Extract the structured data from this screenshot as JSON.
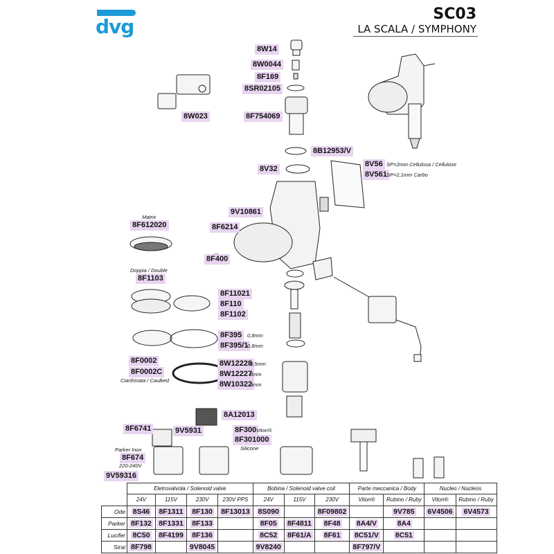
{
  "header": {
    "logo": "dvg",
    "model": "SC03",
    "subtitle": "LA SCALA / SYMPHONY"
  },
  "parts": {
    "p8W14": "8W14",
    "p8W0044": "8W0044",
    "p8F169": "8F169",
    "p8SR02105": "8SR02105",
    "p8F754069": "8F754069",
    "p8W023": "8W023",
    "p8B12953V": "8B12953/V",
    "p8V32": "8V32",
    "p8V56": "8V56",
    "p8V561": "8V561",
    "p9V10861": "9V10861",
    "p8F6214": "8F6214",
    "p8F612020": "8F612020",
    "p8F400": "8F400",
    "p8F1103": "8F1103",
    "p8F11021": "8F11021",
    "p8F110": "8F110",
    "p8F1102": "8F1102",
    "p8F395": "8F395",
    "p8F3951": "8F395/1",
    "p8F0002": "8F0002",
    "p8F0002C": "8F0002C",
    "p8W12228": "8W12228",
    "p8W12227": "8W12227",
    "p8W10322": "8W10322",
    "p8A12013": "8A12013",
    "p8F6741": "8F6741",
    "p9V5931": "9V5931",
    "p8F300": "8F300",
    "p8F301000": "8F301000",
    "p8F674": "8F674",
    "p9V59316": "9V59316"
  },
  "notes": {
    "v56": "SP=2mm Cellulosa / Cellulose",
    "v561": "SP=2,1mm Carbo",
    "matrix": "Matrix",
    "doppia": "Doppia / Double",
    "mm08a": "0,8mm",
    "mm08b": "0,8mm",
    "mm85": "8,5mm",
    "mm8": "8mm",
    "mm9": "9mm",
    "cianfrinata": "Cianfrinata / Caulked",
    "viton": "Viton®",
    "silicone": "Silicone",
    "parker": "Parker Inox",
    "volt": "220-240V"
  },
  "table": {
    "groups": {
      "solenoid": "Eletrovalvola / Solenoid valve",
      "coil": "Bobina / Solenoid valve coil",
      "body": "Parte meccanica / Body",
      "nucleus": "Nucleo / Nucleos"
    },
    "sub": {
      "s1": "24V",
      "s2": "115V",
      "s3": "230V",
      "s4": "230V PPS",
      "c1": "24V",
      "c2": "115V",
      "c3": "230V",
      "b1": "Viton®",
      "b2": "Rubino / Ruby",
      "n1": "Viton®",
      "n2": "Rubino / Ruby"
    },
    "rows": {
      "ode": {
        "name": "Ode",
        "s1": "8S46",
        "s2": "8F1311",
        "s3": "8F130",
        "s4": "8F13013",
        "c1": "8S090",
        "c2": "",
        "c3": "8F09802",
        "b1": "",
        "b2": "9V785",
        "n1": "6V4506",
        "n2": "6V4573"
      },
      "parker": {
        "name": "Parker",
        "s1": "8F132",
        "s2": "8F1331",
        "s3": "8F133",
        "s4": "",
        "c1": "8F05",
        "c2": "8F4811",
        "c3": "8F48",
        "b1": "8A4/V",
        "b2": "8A4",
        "n1": "",
        "n2": ""
      },
      "lucifer": {
        "name": "Lucifer",
        "s1": "8C50",
        "s2": "8F4199",
        "s3": "8F136",
        "s4": "",
        "c1": "8C52",
        "c2": "8F61/A",
        "c3": "8F61",
        "b1": "8C51/V",
        "b2": "8C51",
        "n1": "",
        "n2": ""
      },
      "sirai": {
        "name": "Sirai",
        "s1": "8F798",
        "s2": "",
        "s3": "9V8045",
        "s4": "",
        "c1": "9V8240",
        "c2": "",
        "c3": "",
        "b1": "8F797/V",
        "b2": "",
        "n1": "",
        "n2": ""
      }
    }
  }
}
